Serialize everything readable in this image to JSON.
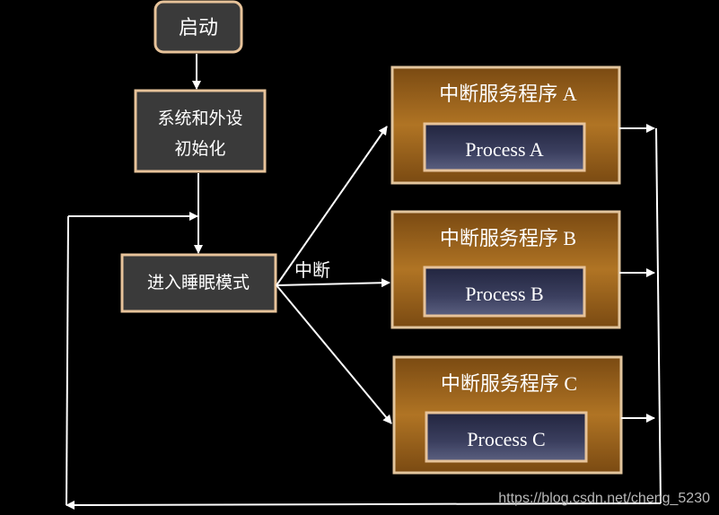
{
  "colors": {
    "background": "#000000",
    "dark_box": "#3a3a3a",
    "dark_box_border": "#e7c39a",
    "gold_box": "#a86b1f",
    "gold_box_border": "#e2c59d",
    "process_box": "#3c4060",
    "process_box_border": "#e7c39a",
    "arrow": "#ffffff"
  },
  "nodes": {
    "start": "启动",
    "init_line1": "系统和外设",
    "init_line2": "初始化",
    "sleep": "进入睡眠模式"
  },
  "edge_label": "中断",
  "isr": [
    {
      "title": "中断服务程序 A",
      "process": "Process A"
    },
    {
      "title": "中断服务程序 B",
      "process": "Process B"
    },
    {
      "title": "中断服务程序 C",
      "process": "Process C"
    }
  ],
  "watermark": "https://blog.csdn.net/cheng_5230"
}
